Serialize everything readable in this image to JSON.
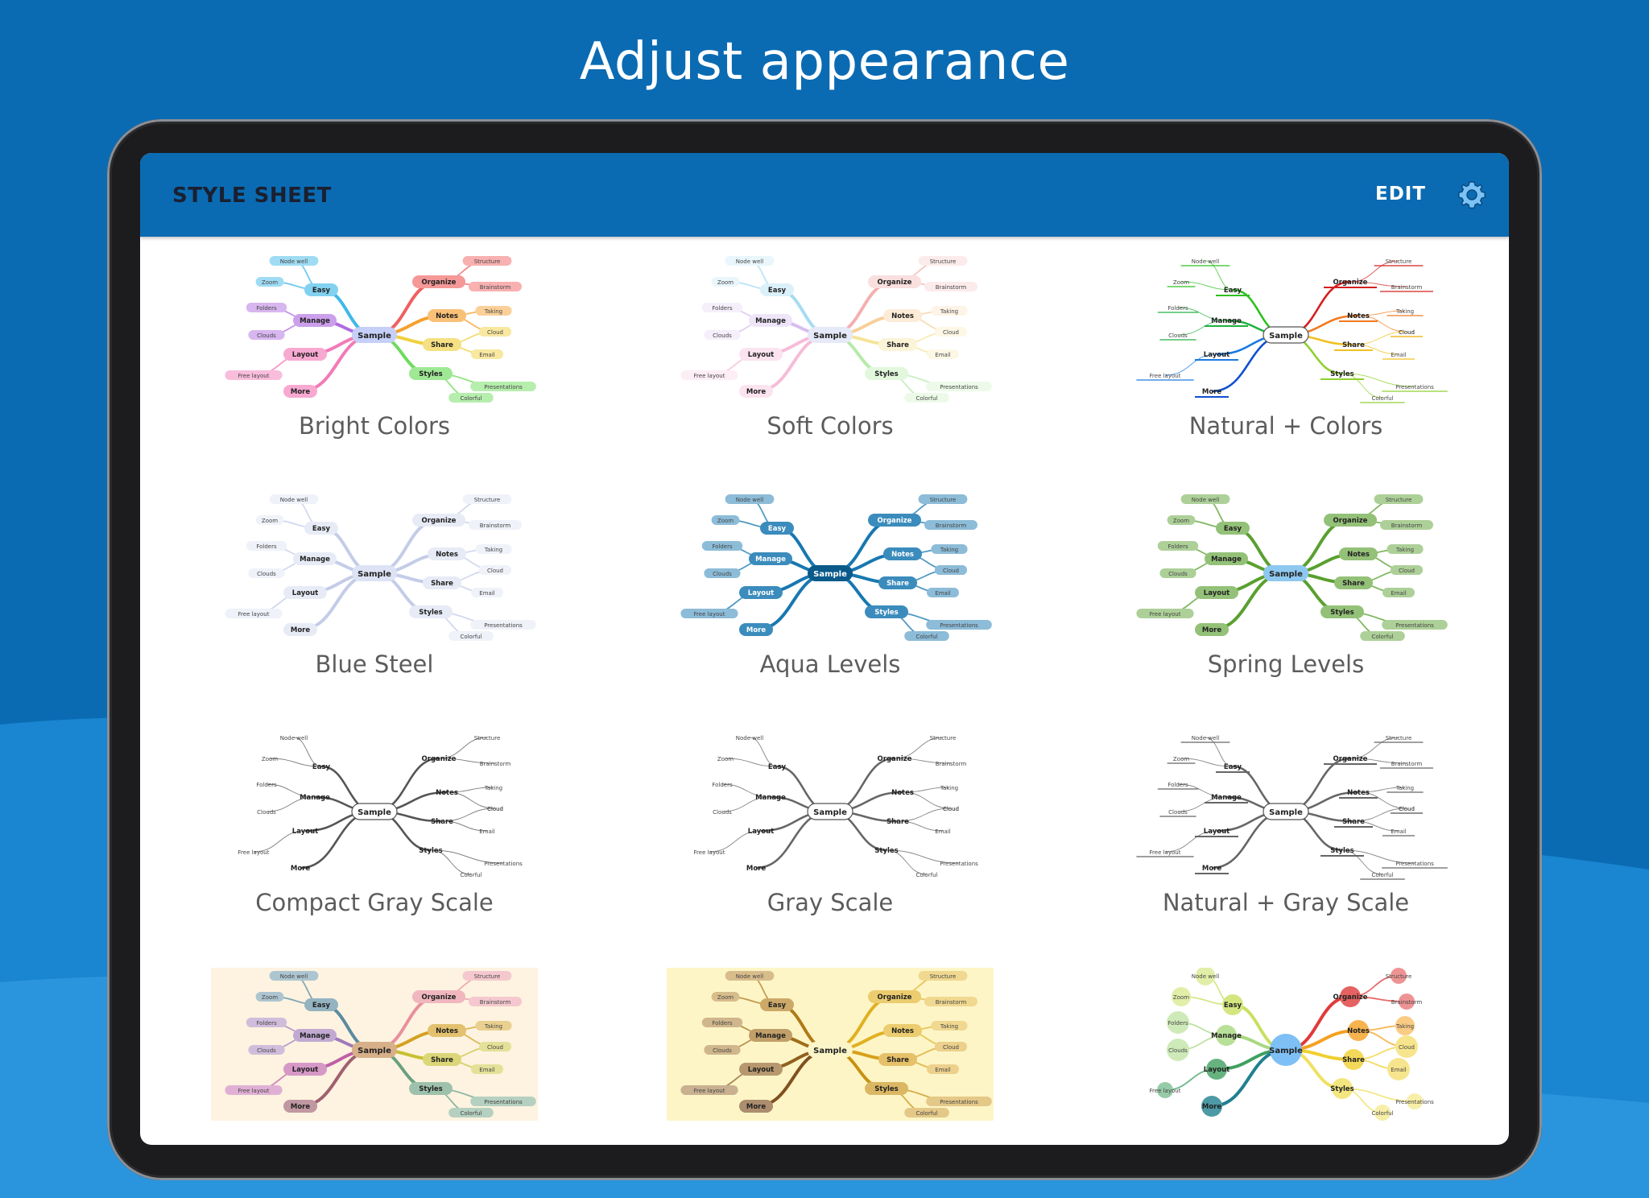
{
  "headline": "Adjust appearance",
  "appbar": {
    "title": "STYLE SHEET",
    "edit_label": "EDIT"
  },
  "colors": {
    "background": "#0a6bb3",
    "appbar": "#0a6bb3"
  },
  "mindmap": {
    "center": "Sample",
    "branches": [
      "Organize",
      "Notes",
      "Share",
      "Styles",
      "Easy",
      "Manage",
      "Layout",
      "More"
    ],
    "leaves": [
      "Structure",
      "Brainstorm",
      "Taking",
      "Cloud",
      "Email",
      "Presentations",
      "Colorful",
      "Node well",
      "Zoom",
      "Folders",
      "Clouds",
      "Free layout"
    ]
  },
  "styles": [
    {
      "name": "Bright Colors",
      "center": "#c6cff7",
      "colors": [
        "#f06060",
        "#f5a030",
        "#f0d040",
        "#6cdc5a",
        "#3fb8e8",
        "#b06ce0",
        "#f27ab8",
        "#f27ab8"
      ],
      "pill": "bright",
      "bg": "#ffffff"
    },
    {
      "name": "Soft Colors",
      "center": "#e6e9f8",
      "colors": [
        "#f3b0b0",
        "#f7cf9c",
        "#f5e49a",
        "#b6eaa8",
        "#a6dcf2",
        "#d8bdf0",
        "#f6bcd8",
        "#f6bcd8"
      ],
      "pill": "soft",
      "bg": "#ffffff"
    },
    {
      "name": "Natural + Colors",
      "center": "#ffffff",
      "colors": [
        "#d42020",
        "#f07a20",
        "#f0c020",
        "#90d030",
        "#2ec020",
        "#20b040",
        "#1a7ae0",
        "#1050d0"
      ],
      "pill": "line",
      "bg": "#ffffff"
    },
    {
      "name": "Blue Steel",
      "center": "#dde3f5",
      "colors": [
        "#c4cce8",
        "#c4cce8",
        "#c4cce8",
        "#c4cce8",
        "#c4cce8",
        "#c4cce8",
        "#c4cce8",
        "#c4cce8"
      ],
      "pill": "soft",
      "bg": "#ffffff"
    },
    {
      "name": "Aqua Levels",
      "center": "#0a5a8a",
      "colors": [
        "#1878b0",
        "#1878b0",
        "#1878b0",
        "#1878b0",
        "#1878b0",
        "#1878b0",
        "#1878b0",
        "#1878b0"
      ],
      "pill": "aqua",
      "bg": "#ffffff"
    },
    {
      "name": "Spring Levels",
      "center": "#8ec8f0",
      "colors": [
        "#5aa030",
        "#5aa030",
        "#5aa030",
        "#5aa030",
        "#5aa030",
        "#5aa030",
        "#5aa030",
        "#5aa030"
      ],
      "pill": "spring",
      "bg": "#ffffff"
    },
    {
      "name": "Compact Gray Scale",
      "center": "#ffffff",
      "colors": [
        "#555",
        "#555",
        "#555",
        "#555",
        "#555",
        "#555",
        "#555",
        "#555"
      ],
      "pill": "none",
      "bg": "#ffffff"
    },
    {
      "name": "Gray Scale",
      "center": "#ffffff",
      "colors": [
        "#666",
        "#666",
        "#666",
        "#666",
        "#666",
        "#666",
        "#666",
        "#666"
      ],
      "pill": "gray",
      "bg": "#ffffff"
    },
    {
      "name": "Natural + Gray Scale",
      "center": "#ffffff",
      "colors": [
        "#666",
        "#666",
        "#666",
        "#666",
        "#666",
        "#666",
        "#666",
        "#666"
      ],
      "pill": "line",
      "bg": "#ffffff"
    },
    {
      "name": "",
      "center": "#d7b08a",
      "colors": [
        "#e8909c",
        "#d4a020",
        "#c8c030",
        "#6aa080",
        "#5a8aa0",
        "#a07ab8",
        "#c060a8",
        "#a06070"
      ],
      "pill": "pastel",
      "bg": "#fdf3e0"
    },
    {
      "name": "",
      "center": "#fbf5c8",
      "colors": [
        "#e0b020",
        "#e0b020",
        "#d8a018",
        "#c89010",
        "#b07a18",
        "#a06c18",
        "#906020",
        "#805020"
      ],
      "pill": "gold",
      "bg": "#fdf5c6"
    },
    {
      "name": "",
      "center": "#7ec0f5",
      "colors": [
        "#e03a3a",
        "#f5a020",
        "#f0d030",
        "#f0e060",
        "#c8e060",
        "#a8d880",
        "#40a060",
        "#208090"
      ],
      "pill": "circles",
      "bg": "#ffffff"
    }
  ]
}
